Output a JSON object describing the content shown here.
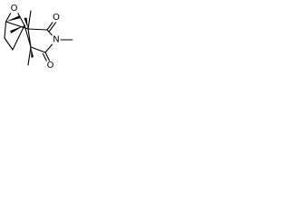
{
  "molecule": {
    "atom_labels": {
      "bridge_oxygen": "O",
      "imide_nitrogen": "N",
      "carbonyl_oxygen_top": "O",
      "carbonyl_oxygen_bottom": "O"
    },
    "stereo": {
      "wedge_bonds": 4
    }
  }
}
